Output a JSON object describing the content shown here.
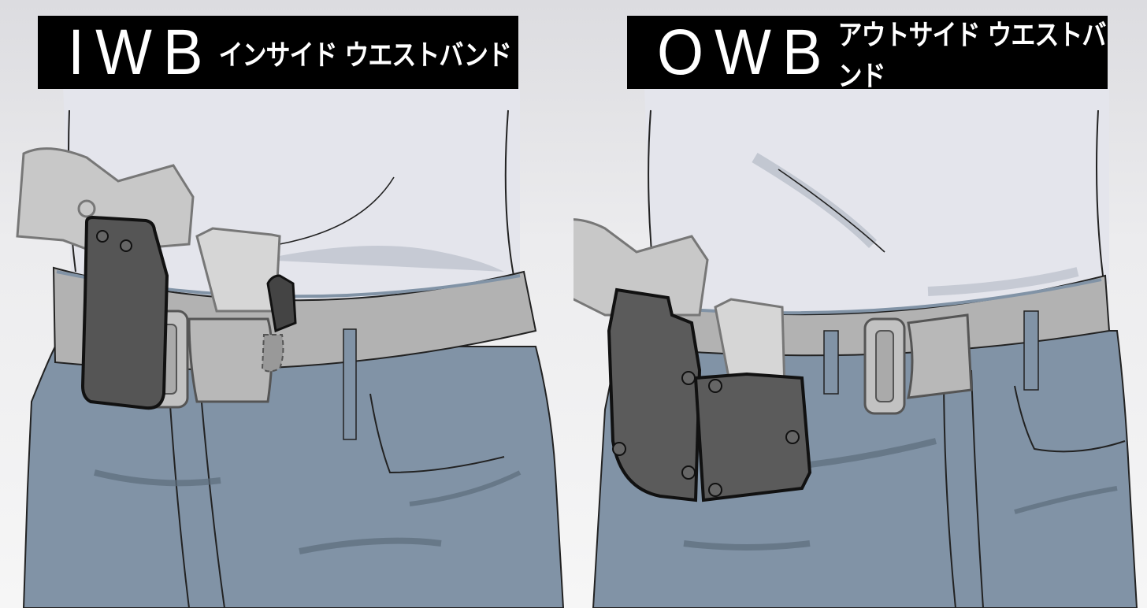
{
  "panels": [
    {
      "id": "iwb",
      "code": "IWB",
      "subtitle": "インサイド ウエストバンド",
      "illustration": "Pistol in holster carried inside the waistband with spare magazine pouch, belt with buckle, jeans"
    },
    {
      "id": "owb",
      "code": "OWB",
      "subtitle": "アウトサイド ウエストバンド",
      "illustration": "Pistol in holster carried outside the waistband with spare magazine pouch, belt with buckle, jeans"
    }
  ],
  "colors": {
    "label_bg": "#000000",
    "label_text": "#ffffff",
    "shirt": "#e4e5ec",
    "shirt_shadow": "#b9bfca",
    "belt": "#b2b2b2",
    "jeans": "#8193a6",
    "jeans_shadow": "#5d6c7c",
    "holster": "#5b5b5b",
    "pistol": "#c8c8c8"
  }
}
